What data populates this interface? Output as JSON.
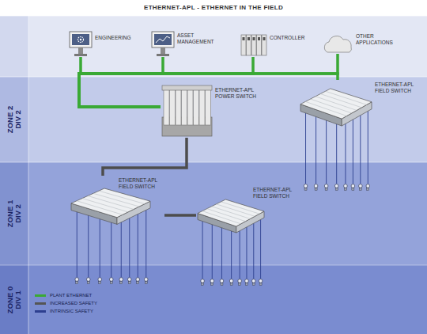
{
  "diagram": {
    "title": "ETHERNET-APL - ETHERNET IN THE FIELD",
    "nodes": [
      {
        "text": [
          "ENGINEERING"
        ]
      },
      {
        "text": [
          "ASSET MANAGEMENT"
        ]
      },
      {
        "text": [
          "CONTROLLER"
        ]
      },
      {
        "text": [
          "OTHER APPLICATIONS"
        ]
      },
      {
        "text": [
          "ZONE 2 DIV 2"
        ]
      },
      {
        "text": [
          "ETHERNET-APL POWER SWITCH"
        ],
        "in": 4
      },
      {
        "text": [
          "ETHERNET-APL FIELD SWITCH"
        ],
        "in": 4
      },
      {
        "text": [
          "ZONE 1 DIV 2"
        ]
      },
      {
        "text": [
          "ETHERNET-APL FIELD SWITCH"
        ],
        "in": 7
      },
      {
        "text": [
          "ETHERNET-APL FIELD SWITCH"
        ],
        "in": 7
      },
      {
        "text": [
          "ZONE 0 DIV 1"
        ]
      }
    ],
    "edges": [
      {
        "from": 0,
        "to": 5,
        "arrow": "none"
      },
      {
        "from": 1,
        "to": 5,
        "arrow": "none"
      },
      {
        "from": 2,
        "to": 5,
        "arrow": "none"
      },
      {
        "from": 3,
        "to": 5,
        "arrow": "none"
      },
      {
        "from": 5,
        "to": 6,
        "arrow": "none"
      },
      {
        "from": 5,
        "to": 8,
        "arrow": "none"
      },
      {
        "from": 8,
        "to": 9,
        "arrow": "none"
      }
    ],
    "legend": [
      {
        "text": "PLANT ETHERNET",
        "color": "#3aa935"
      },
      {
        "text": "INCREASED SAFETY",
        "color": "#555555"
      },
      {
        "text": "INTRINSIC SAFETY",
        "color": "#2d3f8f"
      }
    ]
  }
}
